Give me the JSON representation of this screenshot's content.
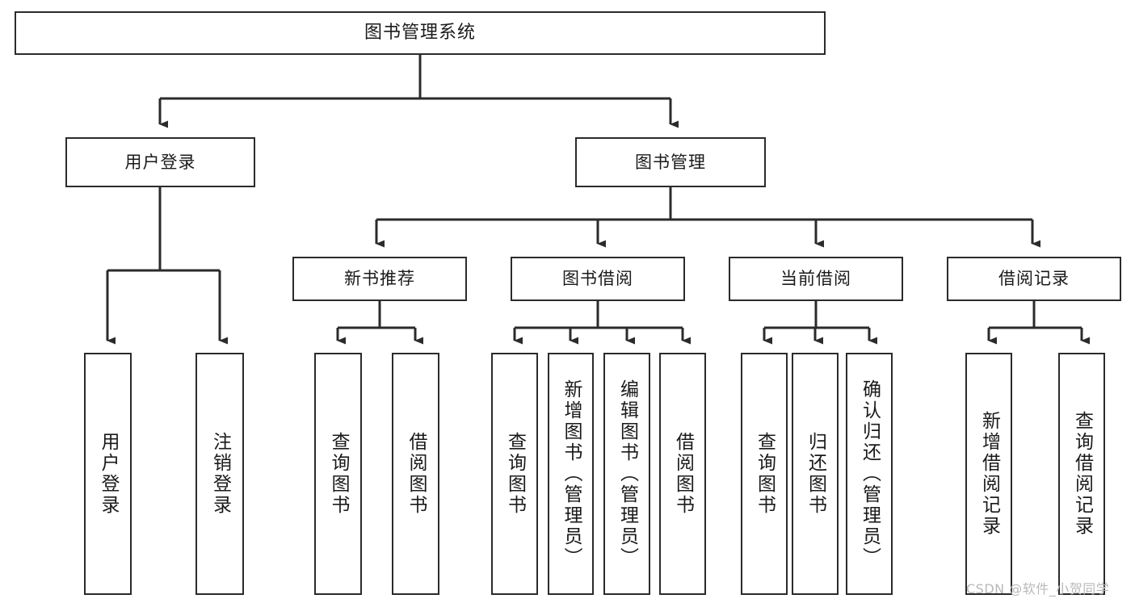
{
  "diagram": {
    "title": "图书管理系统",
    "watermark": "CSDN @软件_小贺同学",
    "colors": {
      "stroke": "#2b2b2b",
      "fill": "#ffffff",
      "text": "#1a1a1a",
      "watermark": "#b9b9b9"
    },
    "levels": {
      "root": {
        "label": "图书管理系统"
      },
      "level2": [
        {
          "label": "用户登录"
        },
        {
          "label": "图书管理"
        }
      ],
      "level3": [
        {
          "label": "新书推荐"
        },
        {
          "label": "图书借阅"
        },
        {
          "label": "当前借阅"
        },
        {
          "label": "借阅记录"
        }
      ],
      "leaves": {
        "user_login": [
          {
            "label": "用户登录"
          },
          {
            "label": "注销登录"
          }
        ],
        "new_book_recommend": [
          {
            "label": "查询图书"
          },
          {
            "label": "借阅图书"
          }
        ],
        "book_borrow": [
          {
            "label": "查询图书"
          },
          {
            "label": "新增图书（管理员）"
          },
          {
            "label": "编辑图书（管理员）"
          },
          {
            "label": "借阅图书"
          }
        ],
        "current_borrow": [
          {
            "label": "查询图书"
          },
          {
            "label": "归还图书"
          },
          {
            "label": "确认归还（管理员）"
          }
        ],
        "borrow_record": [
          {
            "label": "新增借阅记录"
          },
          {
            "label": "查询借阅记录"
          }
        ]
      }
    }
  }
}
